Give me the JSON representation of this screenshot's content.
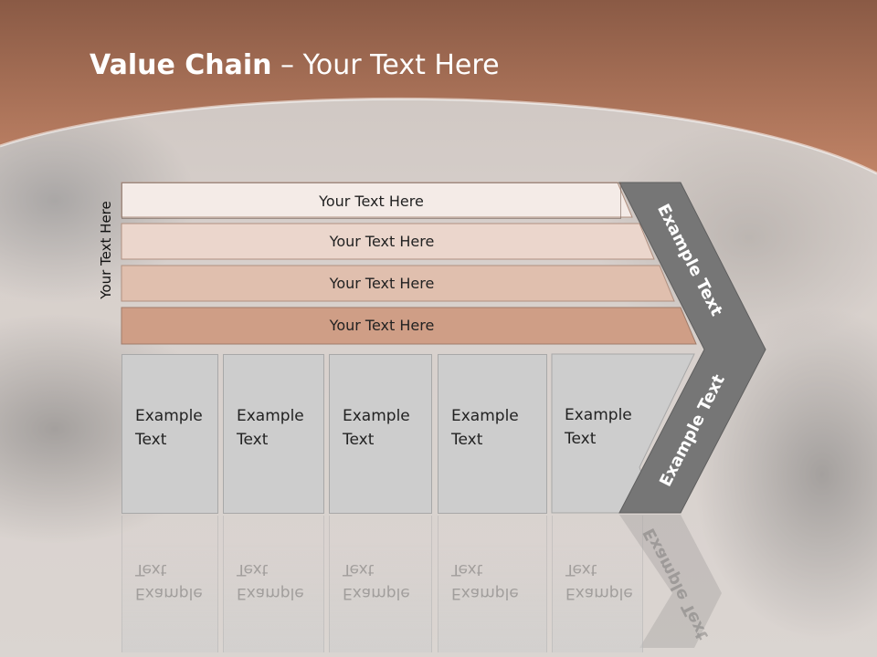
{
  "slide": {
    "title_bold": "Value Chain",
    "title_rest": " – Your Text Here",
    "side_label": "Your Text Here"
  },
  "bands": [
    {
      "label": "Your Text Here",
      "color": "#f4ebe7"
    },
    {
      "label": "Your Text Here",
      "color": "#ebd6cc"
    },
    {
      "label": "Your Text Here",
      "color": "#e0bfae"
    },
    {
      "label": "Your Text Here",
      "color": "#cf9e86"
    }
  ],
  "columns": [
    {
      "line1": "Example",
      "line2": "Text"
    },
    {
      "line1": "Example",
      "line2": "Text"
    },
    {
      "line1": "Example",
      "line2": "Text"
    },
    {
      "line1": "Example",
      "line2": "Text"
    },
    {
      "line1": "Example",
      "line2": "Text"
    }
  ],
  "chevron": {
    "upper_label": "Example Text",
    "lower_label": "Example Text",
    "color": "#767676"
  },
  "colors": {
    "header": "#b47656",
    "header_dark": "#8a5a45"
  }
}
